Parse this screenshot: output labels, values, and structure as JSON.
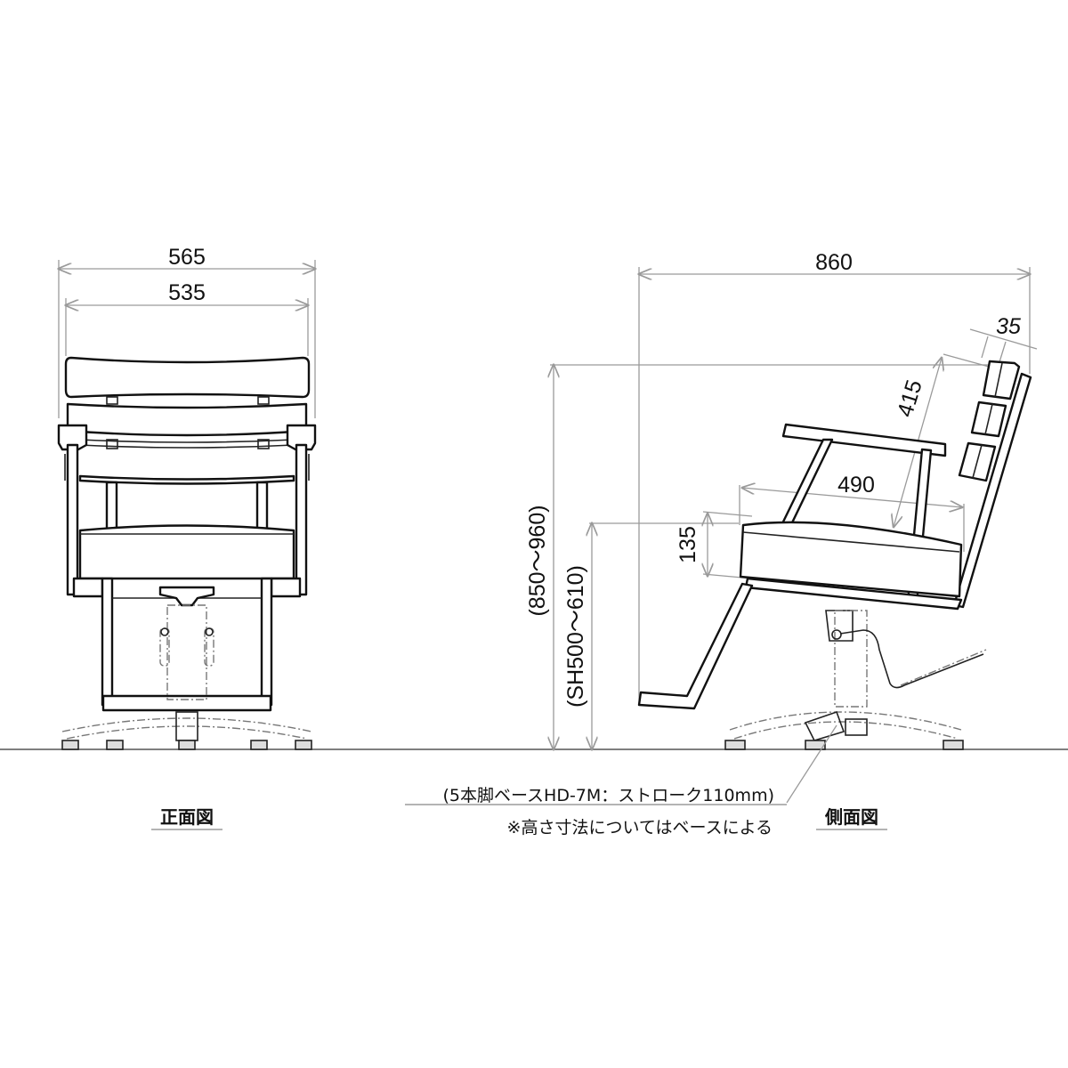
{
  "drawing": {
    "title": "Chair dimension drawing",
    "front_view": {
      "label": "正面図",
      "dimensions": {
        "overall_width": "565",
        "back_width": "535"
      }
    },
    "side_view": {
      "label": "側面図",
      "dimensions": {
        "overall_depth": "860",
        "back_thickness": "35",
        "back_height": "415",
        "seat_depth": "490",
        "seat_thickness": "135",
        "overall_height": "(850～960)",
        "seat_height": "(SH500～610)"
      }
    },
    "notes": {
      "base_spec": "(5本脚ベースHD-7M：ストローク110mm)",
      "height_note": "※高さ寸法についてはベースによる"
    }
  }
}
